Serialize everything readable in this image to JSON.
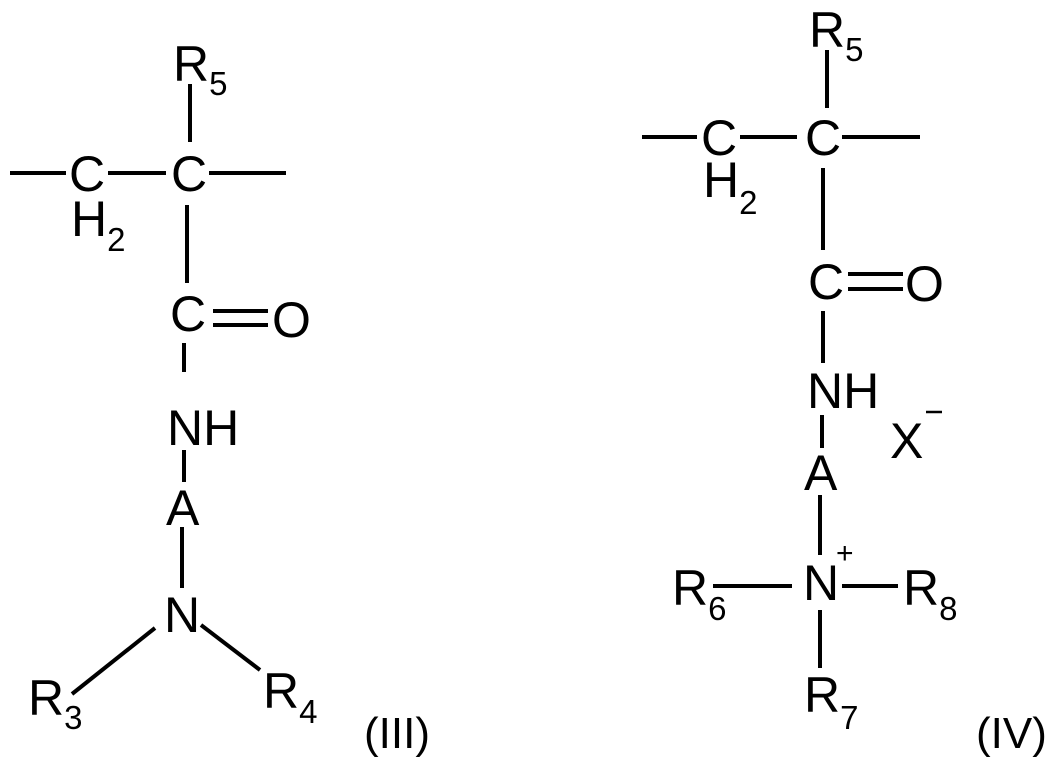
{
  "figure": {
    "background": "#ffffff",
    "ink_color": "#000000",
    "structures": [
      {
        "id": "III",
        "label": "(III)",
        "atoms": {
          "r5": {
            "symbol": "R",
            "subscript": "5"
          },
          "ch2_c": {
            "symbol": "C"
          },
          "ch2_h": {
            "symbol": "H",
            "subscript": "2"
          },
          "quat_c": {
            "symbol": "C"
          },
          "carbonyl_c": {
            "symbol": "C"
          },
          "carbonyl_o": {
            "symbol": "O"
          },
          "amide_nh": {
            "symbol": "NH"
          },
          "linker_a": {
            "symbol": "A"
          },
          "amine_n": {
            "symbol": "N"
          },
          "r3": {
            "symbol": "R",
            "subscript": "3"
          },
          "r4": {
            "symbol": "R",
            "subscript": "4"
          }
        }
      },
      {
        "id": "IV",
        "label": "(IV)",
        "atoms": {
          "r5": {
            "symbol": "R",
            "subscript": "5"
          },
          "ch2_c": {
            "symbol": "C"
          },
          "ch2_h": {
            "symbol": "H",
            "subscript": "2"
          },
          "quat_c": {
            "symbol": "C"
          },
          "carbonyl_c": {
            "symbol": "C"
          },
          "carbonyl_o": {
            "symbol": "O"
          },
          "amide_nh": {
            "symbol": "NH"
          },
          "linker_a": {
            "symbol": "A"
          },
          "ammonium_n": {
            "symbol": "N",
            "charge": "+"
          },
          "r6": {
            "symbol": "R",
            "subscript": "6"
          },
          "r7": {
            "symbol": "R",
            "subscript": "7"
          },
          "r8": {
            "symbol": "R",
            "subscript": "8"
          },
          "counter_ion": {
            "symbol": "X",
            "charge": "−"
          }
        }
      }
    ]
  }
}
